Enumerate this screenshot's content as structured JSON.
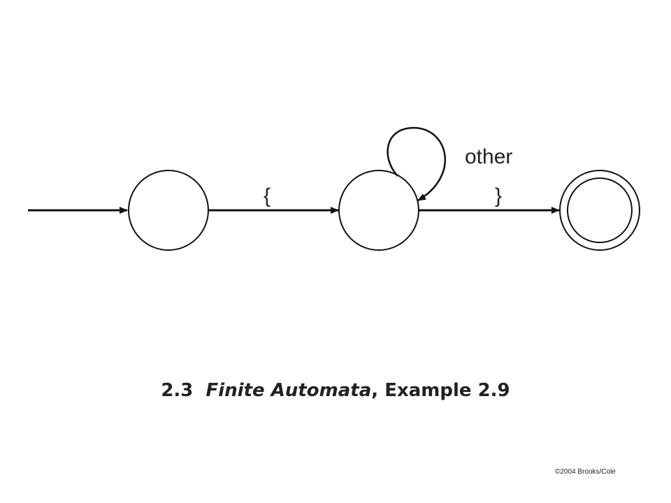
{
  "diagram": {
    "type": "finite-automaton",
    "states": [
      {
        "id": "s1",
        "accepting": false,
        "initial": true
      },
      {
        "id": "s2",
        "accepting": false,
        "initial": false
      },
      {
        "id": "s3",
        "accepting": true,
        "initial": false
      }
    ],
    "transitions": [
      {
        "from": "s1",
        "to": "s2",
        "label": "{"
      },
      {
        "from": "s2",
        "to": "s2",
        "label": "other"
      },
      {
        "from": "s2",
        "to": "s3",
        "label": "}"
      }
    ]
  },
  "caption": {
    "number": "2.3",
    "italic_title": "Finite Automata",
    "rest": ", Example 2.9"
  },
  "copyright": "©2004 Brooks/Cole",
  "colors": {
    "stroke": "#111111",
    "text": "#222222",
    "background": "#ffffff"
  }
}
